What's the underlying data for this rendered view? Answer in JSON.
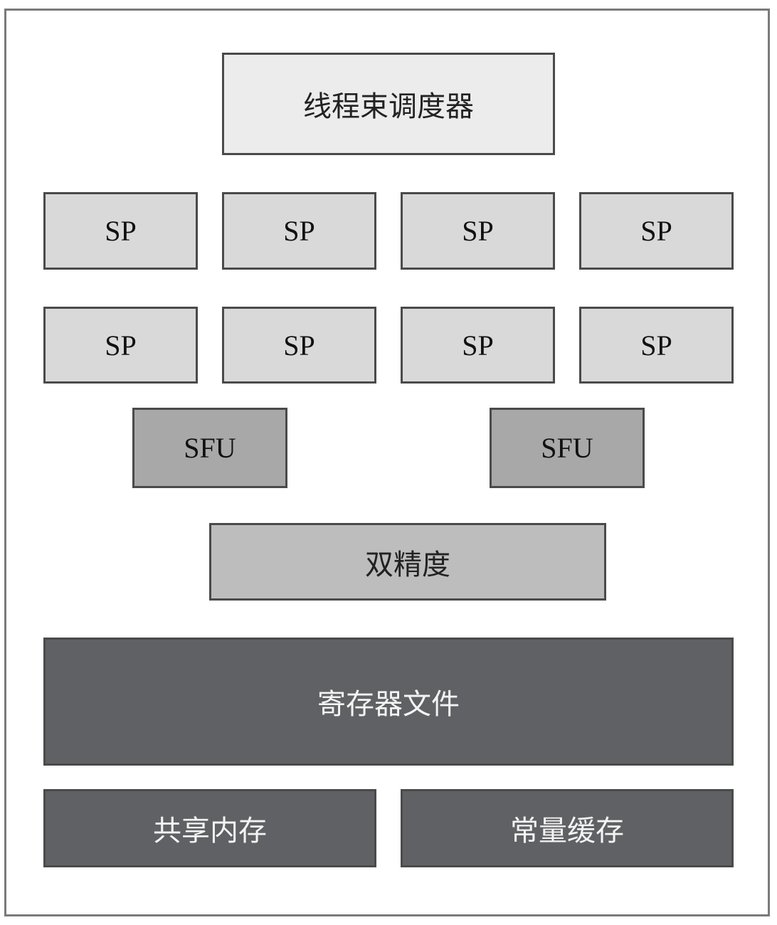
{
  "scheduler": {
    "label": "线程束调度器"
  },
  "sp_units": [
    "SP",
    "SP",
    "SP",
    "SP",
    "SP",
    "SP",
    "SP",
    "SP"
  ],
  "sfu_units": [
    "SFU",
    "SFU"
  ],
  "double_precision": {
    "label": "双精度"
  },
  "register_file": {
    "label": "寄存器文件"
  },
  "shared_memory": {
    "label": "共享内存"
  },
  "constant_cache": {
    "label": "常量缓存"
  }
}
